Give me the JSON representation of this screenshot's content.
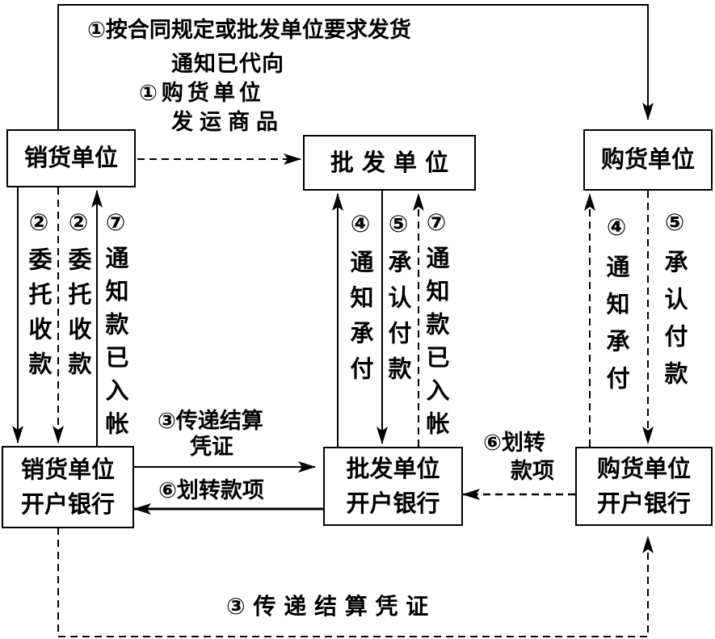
{
  "nodes": {
    "seller": "销货单位",
    "wholesaler": "批 发 单 位",
    "buyer": "购货单位",
    "seller_bank": [
      "销货单位",
      "开户银行"
    ],
    "wholesaler_bank": [
      "批发单位",
      "开户银行"
    ],
    "buyer_bank": [
      "购货单位",
      "开户银行"
    ]
  },
  "labels": {
    "ship_by_contract": "①按合同规定或批发单位要求发货",
    "notify_shipped": [
      "通知已代向",
      "①购货单位",
      "发运商品"
    ],
    "seller_collect_1": "②委托收款",
    "seller_collect_2": "②委托收款",
    "seller_credited": "⑦通知款已入帐",
    "wholesaler_notify_pay": "④通知承付",
    "wholesaler_accept_pay": "⑤承认付款",
    "wholesaler_credited": "⑦通知款已入帐",
    "buyer_notify_pay": "④通知承付",
    "buyer_accept_pay": "⑤承认付款",
    "pass_voucher_mid": [
      "③传递结算",
      "凭证"
    ],
    "transfer_mid": "⑥划转款项",
    "transfer_right": [
      "⑥划转",
      "款项"
    ],
    "pass_voucher_bottom": "③ 传 递 结 算 凭 证"
  }
}
